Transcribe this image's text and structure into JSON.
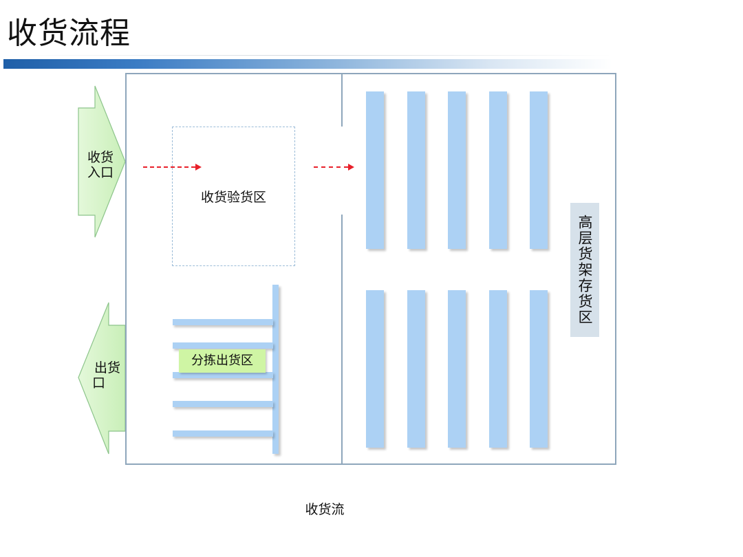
{
  "page": {
    "title": "收货流程",
    "caption": "收货流"
  },
  "diagram": {
    "inbound_gate": {
      "line1": "收货",
      "line2": "入口"
    },
    "outbound_gate": {
      "line1": "出货",
      "line2": "口"
    },
    "receiving_area": {
      "label": "收货验货区"
    },
    "picking_area": {
      "label": "分拣出货区"
    },
    "storage_area": {
      "label": "高层货架存货区"
    },
    "colors": {
      "frame": "#8ea6bb",
      "rack": "#acd1f4",
      "flow_arrow": "#e8202a",
      "gate_fill": "#d6f5c9",
      "gate_stroke": "#8cc48a",
      "picking_label_bg": "#cff5a4",
      "storage_label_bg": "#d6e1ea",
      "title_bar": "#1f5fa8"
    }
  }
}
